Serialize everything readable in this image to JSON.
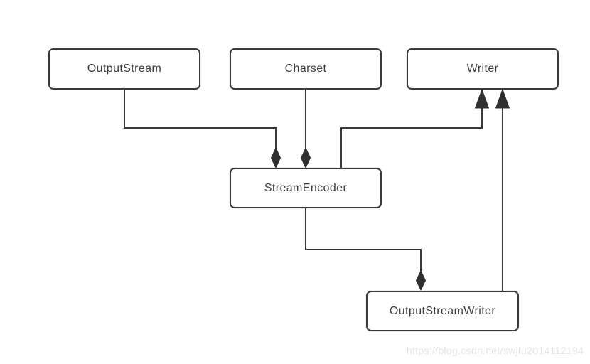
{
  "diagram": {
    "type": "uml-class-relationship-diagram",
    "nodes": [
      {
        "id": "OutputStream",
        "label": "OutputStream"
      },
      {
        "id": "Charset",
        "label": "Charset"
      },
      {
        "id": "Writer",
        "label": "Writer"
      },
      {
        "id": "StreamEncoder",
        "label": "StreamEncoder"
      },
      {
        "id": "OutputStreamWriter",
        "label": "OutputStreamWriter"
      }
    ],
    "edges": [
      {
        "from": "OutputStream",
        "to": "StreamEncoder",
        "type": "composition",
        "marker": "filled-diamond-at-StreamEncoder"
      },
      {
        "from": "Charset",
        "to": "StreamEncoder",
        "type": "composition",
        "marker": "filled-diamond-at-StreamEncoder"
      },
      {
        "from": "StreamEncoder",
        "to": "Writer",
        "type": "inheritance",
        "marker": "arrow-at-Writer"
      },
      {
        "from": "StreamEncoder",
        "to": "OutputStreamWriter",
        "type": "composition",
        "marker": "filled-diamond-at-OutputStreamWriter"
      },
      {
        "from": "OutputStreamWriter",
        "to": "Writer",
        "type": "inheritance",
        "marker": "arrow-at-Writer"
      }
    ],
    "colors": {
      "background": "#ffffff",
      "line": "#3a3a3a",
      "node_border": "#3a3a3a",
      "node_fill": "#ffffff",
      "node_text": "#3d3d3d",
      "watermark_text": "#e4e4e4"
    }
  },
  "watermark": {
    "text": "https://blog.csdn.net/swjtu2014112194"
  }
}
